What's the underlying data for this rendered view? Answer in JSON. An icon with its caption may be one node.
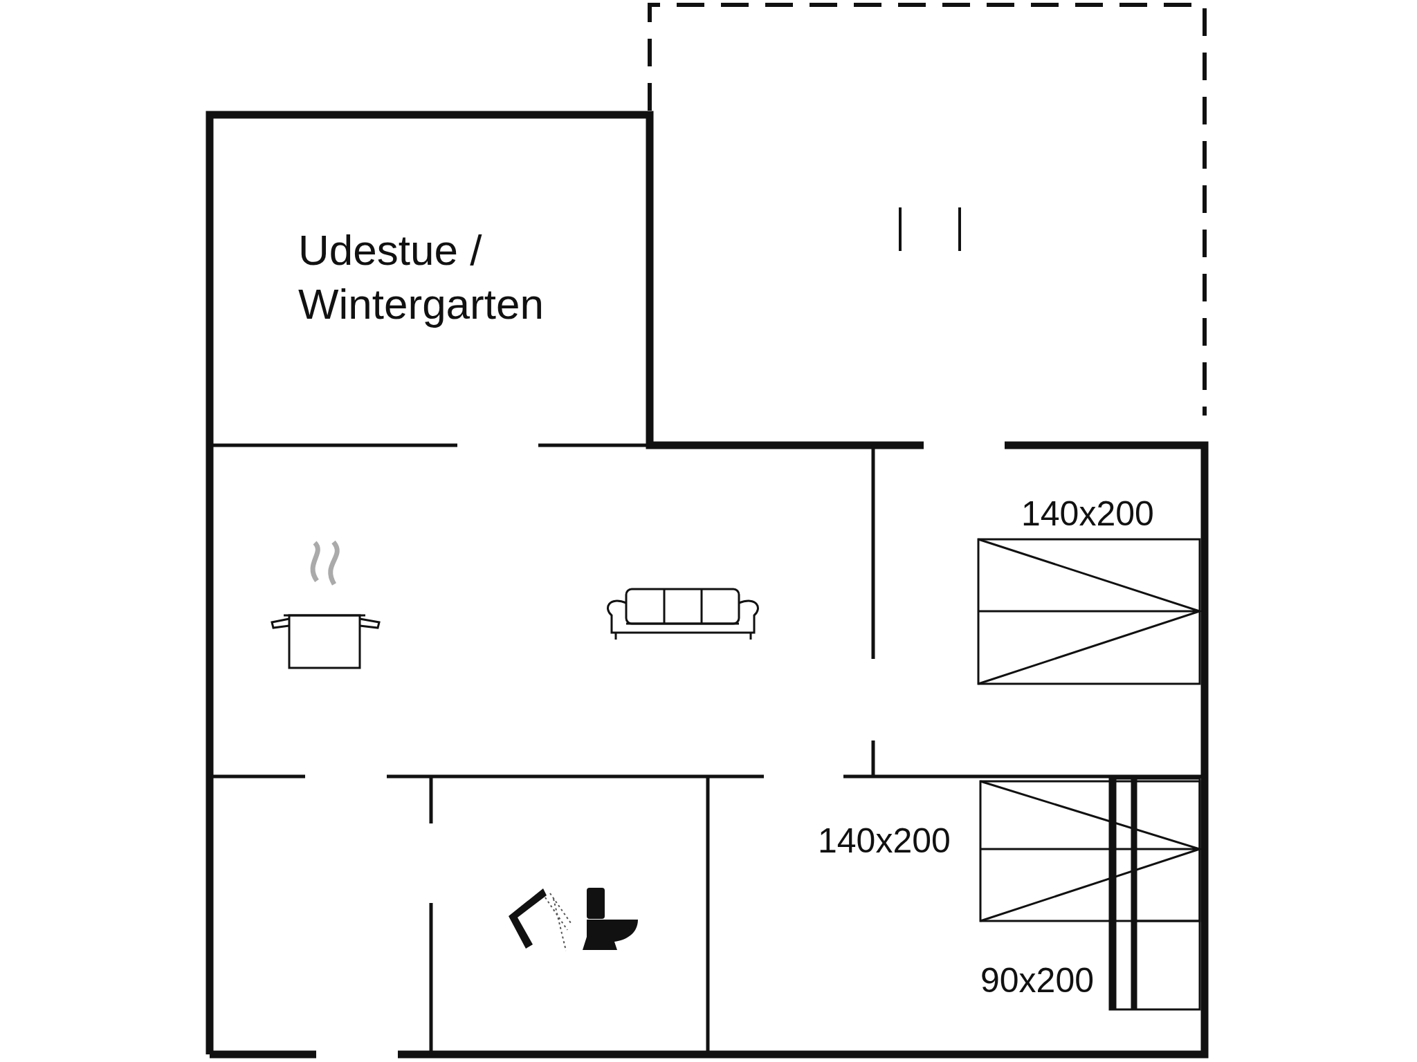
{
  "diagram": {
    "labels": [
      "Udestue / Wintergarten",
      "140x200",
      "140x200",
      "90x200"
    ]
  }
}
